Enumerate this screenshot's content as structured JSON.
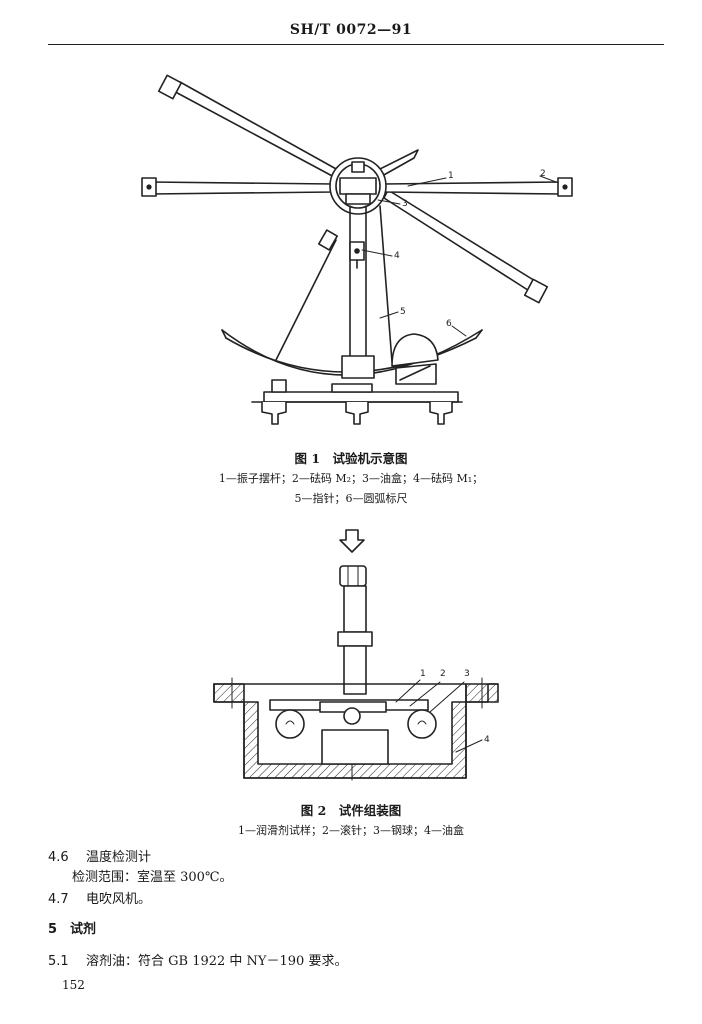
{
  "header": {
    "code": "SH/T 0072—91"
  },
  "figure1": {
    "title": "图 1　试验机示意图",
    "legend_line1": "1—振子摆杆；2—砝码 M₂；3—油盒；4—砝码 M₁；",
    "legend_line2": "5—指针；6—圆弧标尺",
    "labels": [
      "1",
      "2",
      "3",
      "4",
      "5",
      "6"
    ]
  },
  "figure2": {
    "title": "图 2　试件组装图",
    "legend": "1—润滑剂试样；2—滚针；3—钢球；4—油盒",
    "labels": [
      "1",
      "2",
      "3",
      "4"
    ]
  },
  "sections": [
    {
      "num": "4.6",
      "text": "温度检测计"
    },
    {
      "num": "",
      "text": "检测范围：室温至 300℃。"
    },
    {
      "num": "4.7",
      "text": "电吹风机。"
    },
    {
      "num": "5",
      "text": "试剂"
    },
    {
      "num": "5.1",
      "text": "溶剂油：符合 GB 1922 中 NY－190 要求。"
    }
  ],
  "page_number": "152"
}
